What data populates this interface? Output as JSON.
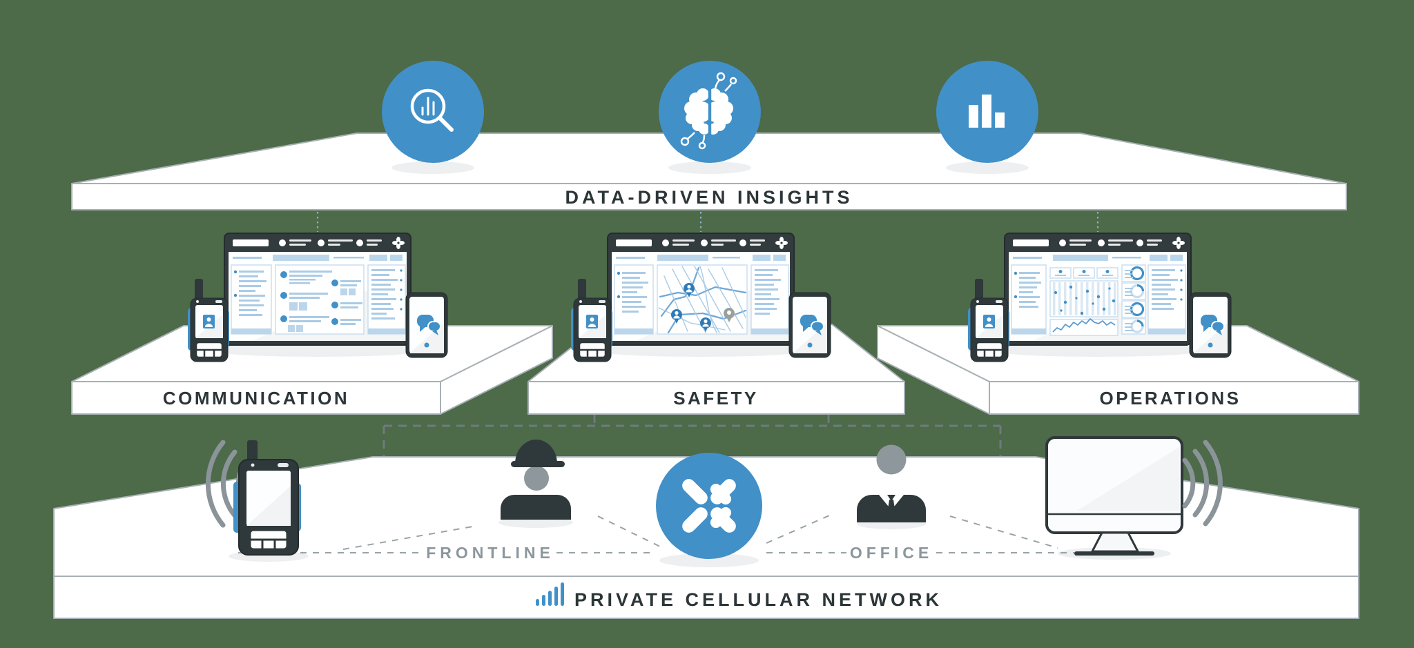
{
  "colors": {
    "background": "#4D6A49",
    "accent_blue": "#4190C8",
    "dark": "#2F383A",
    "grey_label": "#8C979C"
  },
  "top_layer": {
    "label": "DATA-DRIVEN INSIGHTS",
    "icons": [
      {
        "name": "search-analytics-icon"
      },
      {
        "name": "ai-brain-icon"
      },
      {
        "name": "bar-chart-icon"
      }
    ]
  },
  "middle_layer": {
    "platforms": [
      {
        "label": "COMMUNICATION"
      },
      {
        "label": "SAFETY"
      },
      {
        "label": "OPERATIONS"
      }
    ]
  },
  "bottom_layer": {
    "label": "PRIVATE CELLULAR NETWORK",
    "network_icon": "signal-bars-icon",
    "hub_icon": "knot-hub-icon",
    "groups": [
      {
        "label": "FRONTLINE",
        "icon": "hard-hat-worker-icon"
      },
      {
        "label": "OFFICE",
        "icon": "office-person-icon"
      }
    ]
  }
}
